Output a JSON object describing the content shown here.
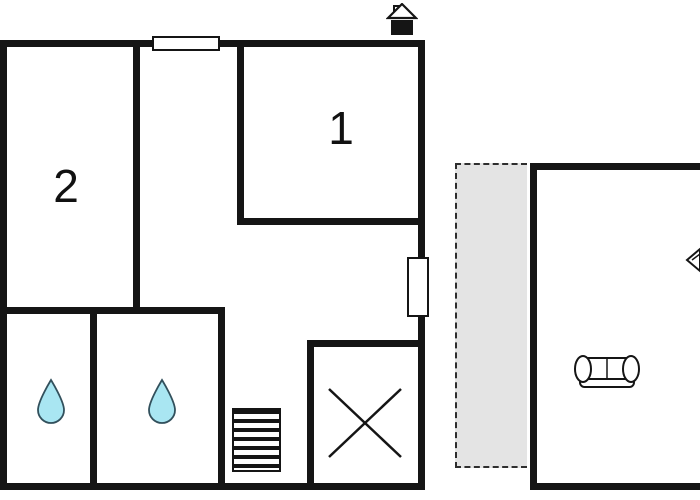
{
  "floorplan": {
    "rooms": [
      {
        "name": "room-1",
        "label": "1"
      },
      {
        "name": "room-2",
        "label": "2"
      }
    ],
    "icons": {
      "north_marker": "house-icon",
      "bath_left": "water-drop-icon",
      "bath_right": "water-drop-icon",
      "staircase": "stairs-icon",
      "storage": "x-mark-icon",
      "living": "sofa-icon",
      "corner_fixture": "partial-fixture-icon"
    },
    "colors": {
      "background": "#ffffff",
      "wall": "#151515",
      "line": "#151515",
      "drop_fill": "#a9e6f2",
      "drop_stroke": "#32505c",
      "terrace_fill": "#e4e4e4"
    }
  }
}
